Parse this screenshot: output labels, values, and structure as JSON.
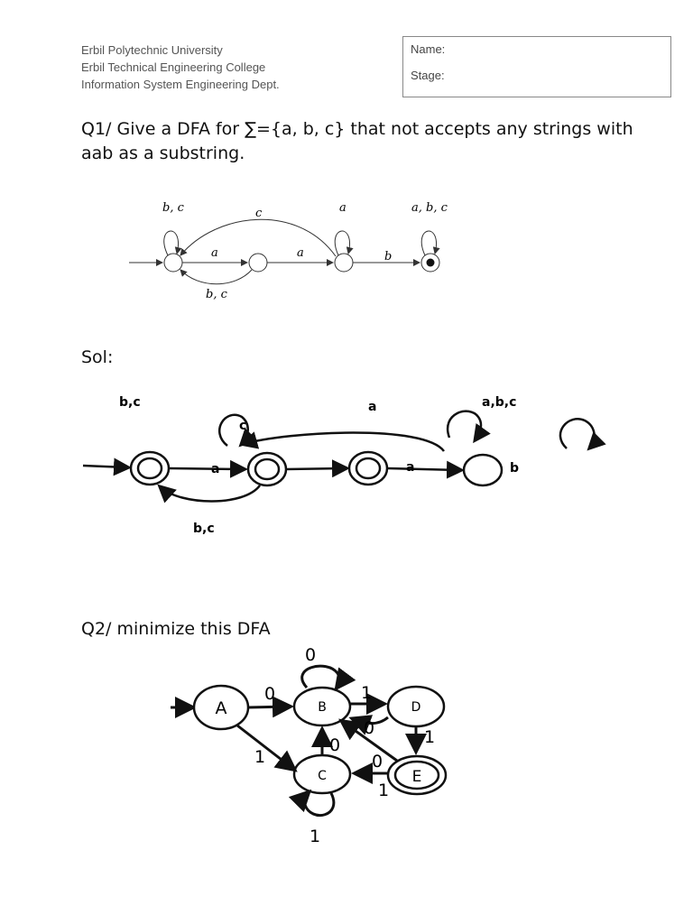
{
  "header": {
    "university": "Erbil Polytechnic University",
    "college": "Erbil Technical Engineering College",
    "department": "Information System Engineering Dept."
  },
  "info_box": {
    "name_label": "Name:",
    "stage_label": "Stage:"
  },
  "q1": {
    "question_line1": "Q1/ Give a DFA for ∑={a, b, c} that not accepts any strings with",
    "question_line2": "aab as a substring.",
    "figure_labels": {
      "loop_start": "b, c",
      "back_top": "c",
      "loop_third": "a",
      "loop_final": "a, b, c",
      "edge1": "a",
      "edge2": "a",
      "edge3": "b",
      "back_bottom": "b, c"
    }
  },
  "sol": {
    "label": "Sol:",
    "figure_labels": {
      "loop_start": "b,c",
      "loop_second": "c",
      "back_top": "a",
      "loop_final": "a,b,c",
      "edge1": "a",
      "edge3": "a",
      "final_b": "b",
      "back_bottom": "b,c"
    }
  },
  "q2": {
    "question": "Q2/ minimize this DFA",
    "states": {
      "A": "A",
      "B": "B",
      "C": "C",
      "D": "D",
      "E": "E"
    },
    "edge_labels": {
      "b_loop": "0",
      "a_to_b": "0",
      "b_to_d": "1",
      "a_to_c": "1",
      "d_to_b": "0",
      "c_to_b": "0",
      "d_to_e": "1",
      "e_to_b": "0",
      "e_to_c": "1",
      "c_loop": "1"
    }
  }
}
